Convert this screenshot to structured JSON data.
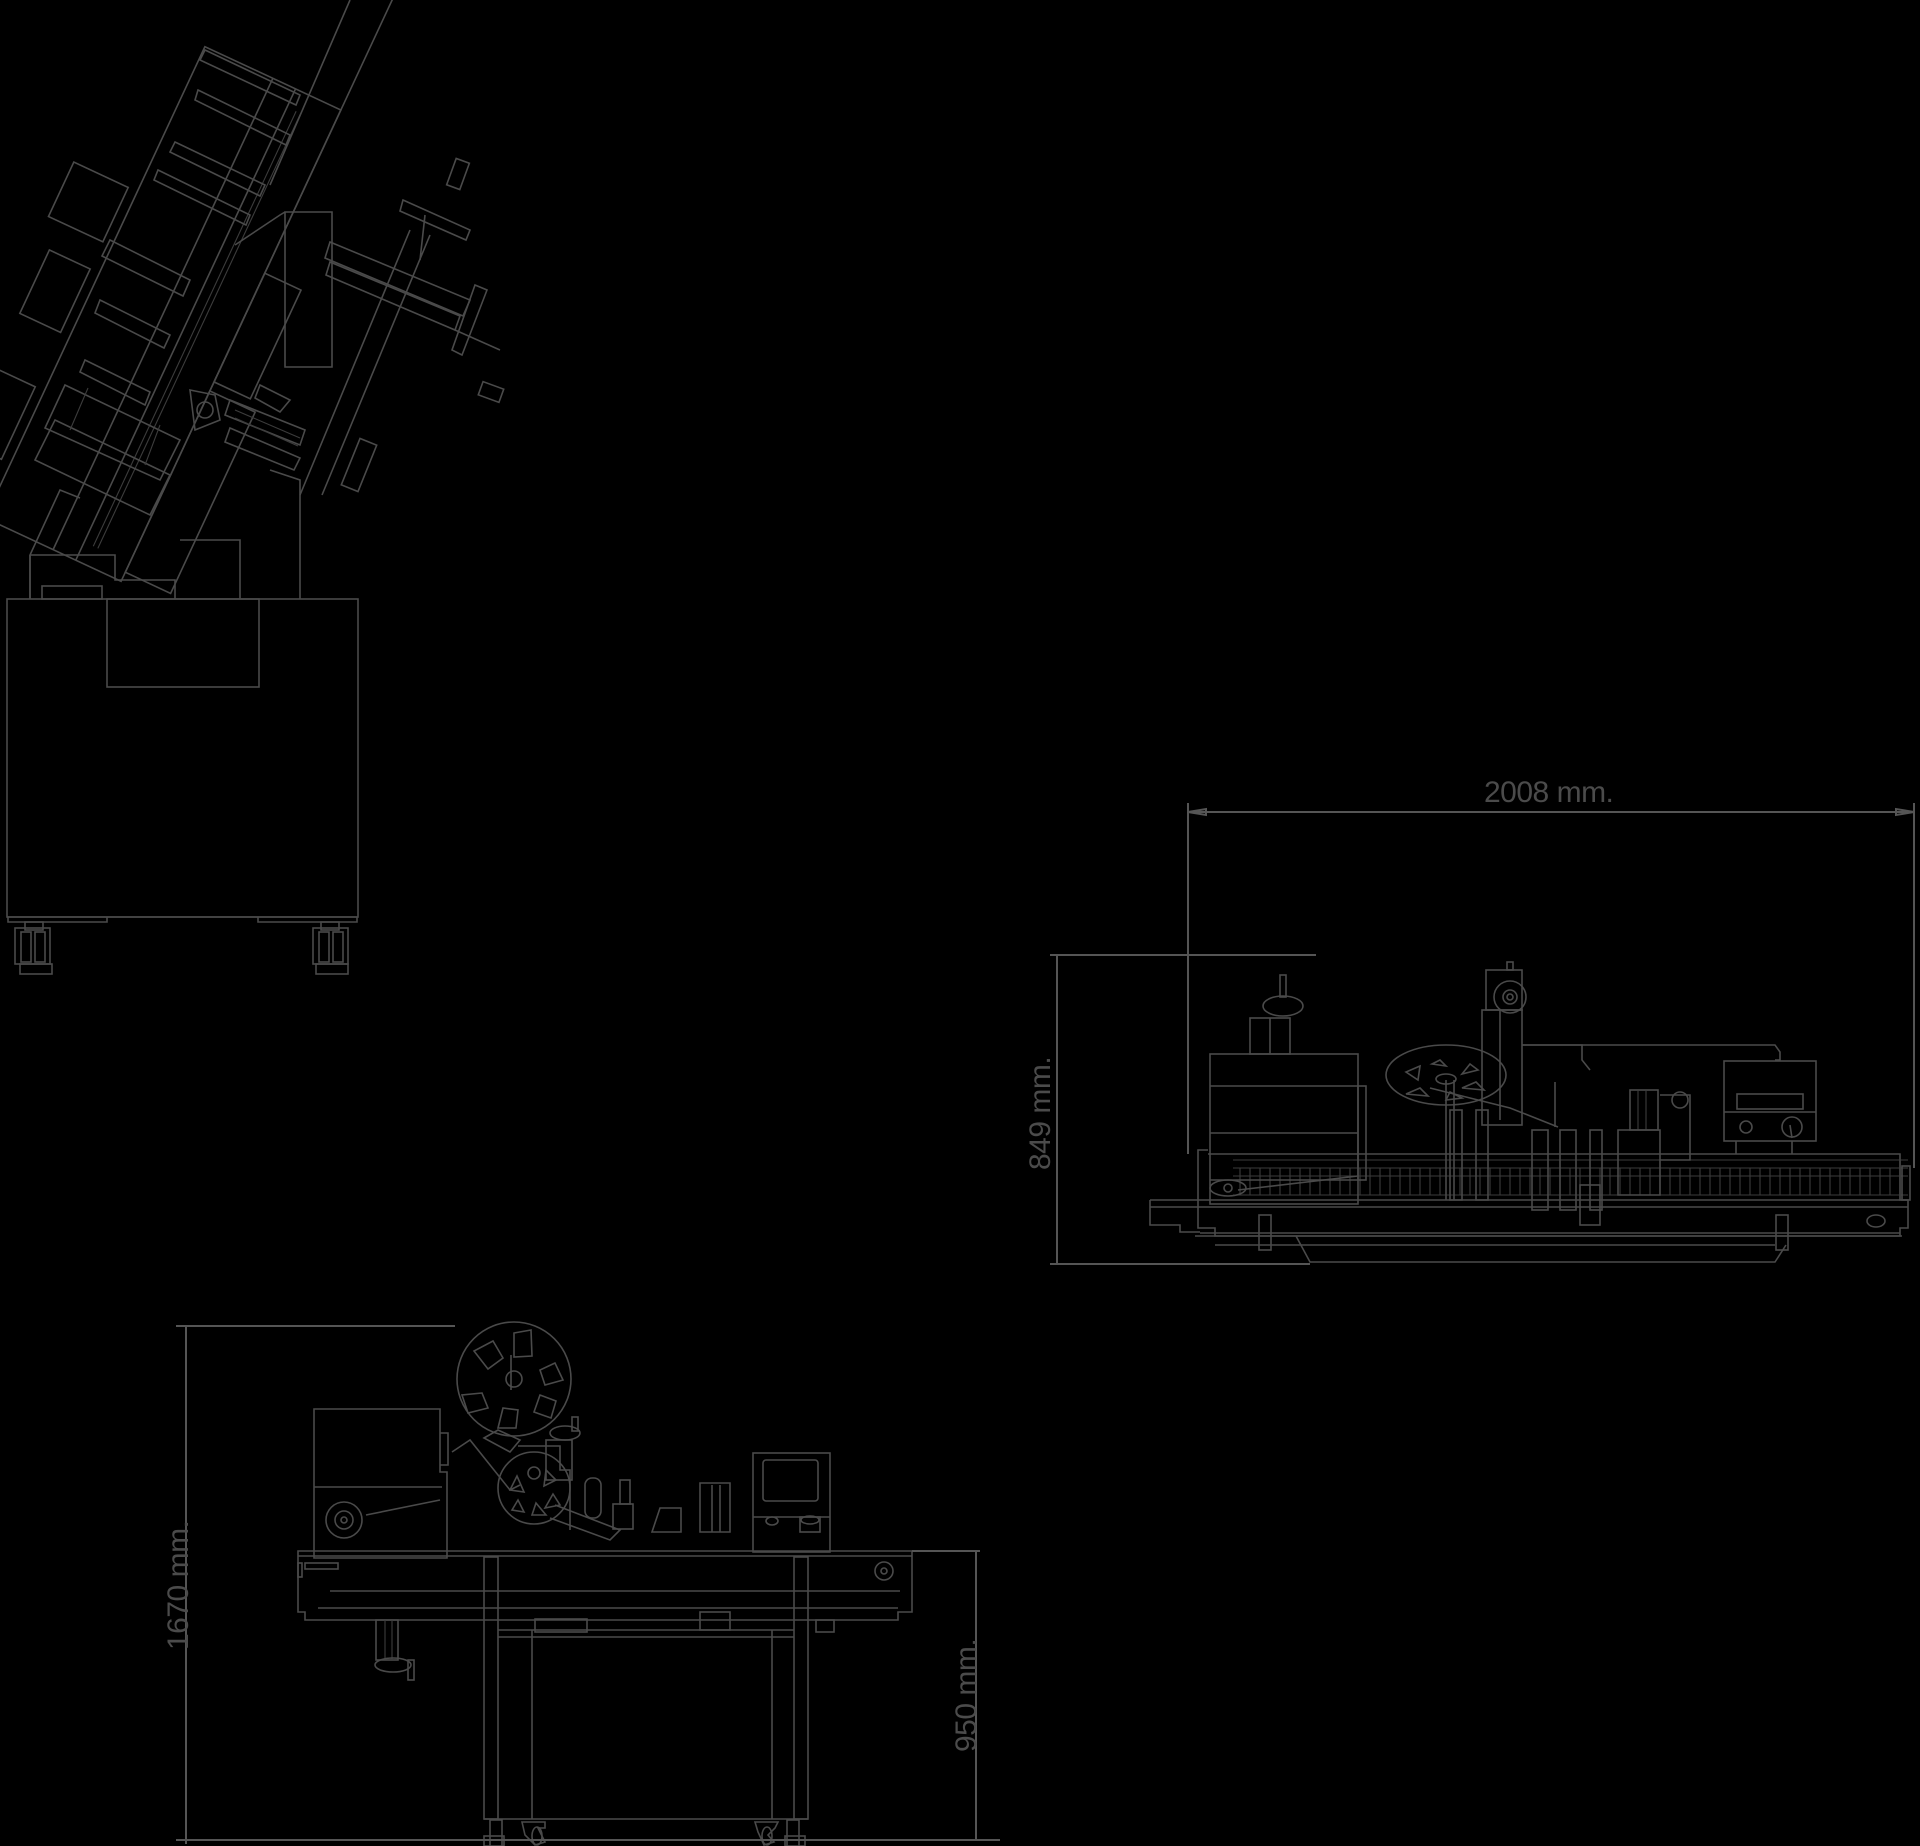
{
  "drawing": {
    "background": "#000000",
    "line_color": "#4a4a4a",
    "label_color": "#4b4b4b",
    "views": [
      {
        "id": "side-view-tilted",
        "description": "Side elevation with tilted labeling head on cabinet base"
      },
      {
        "id": "top-view",
        "description": "Plan view of conveyor with labeling heads and control panel"
      },
      {
        "id": "front-view",
        "description": "Front elevation of labeling machine on stand"
      }
    ],
    "dimensions": {
      "top_width": "2008 mm.",
      "top_depth": "849 mm.",
      "front_height_total": "1670 mm.",
      "front_height_conveyor": "950 mm."
    }
  }
}
